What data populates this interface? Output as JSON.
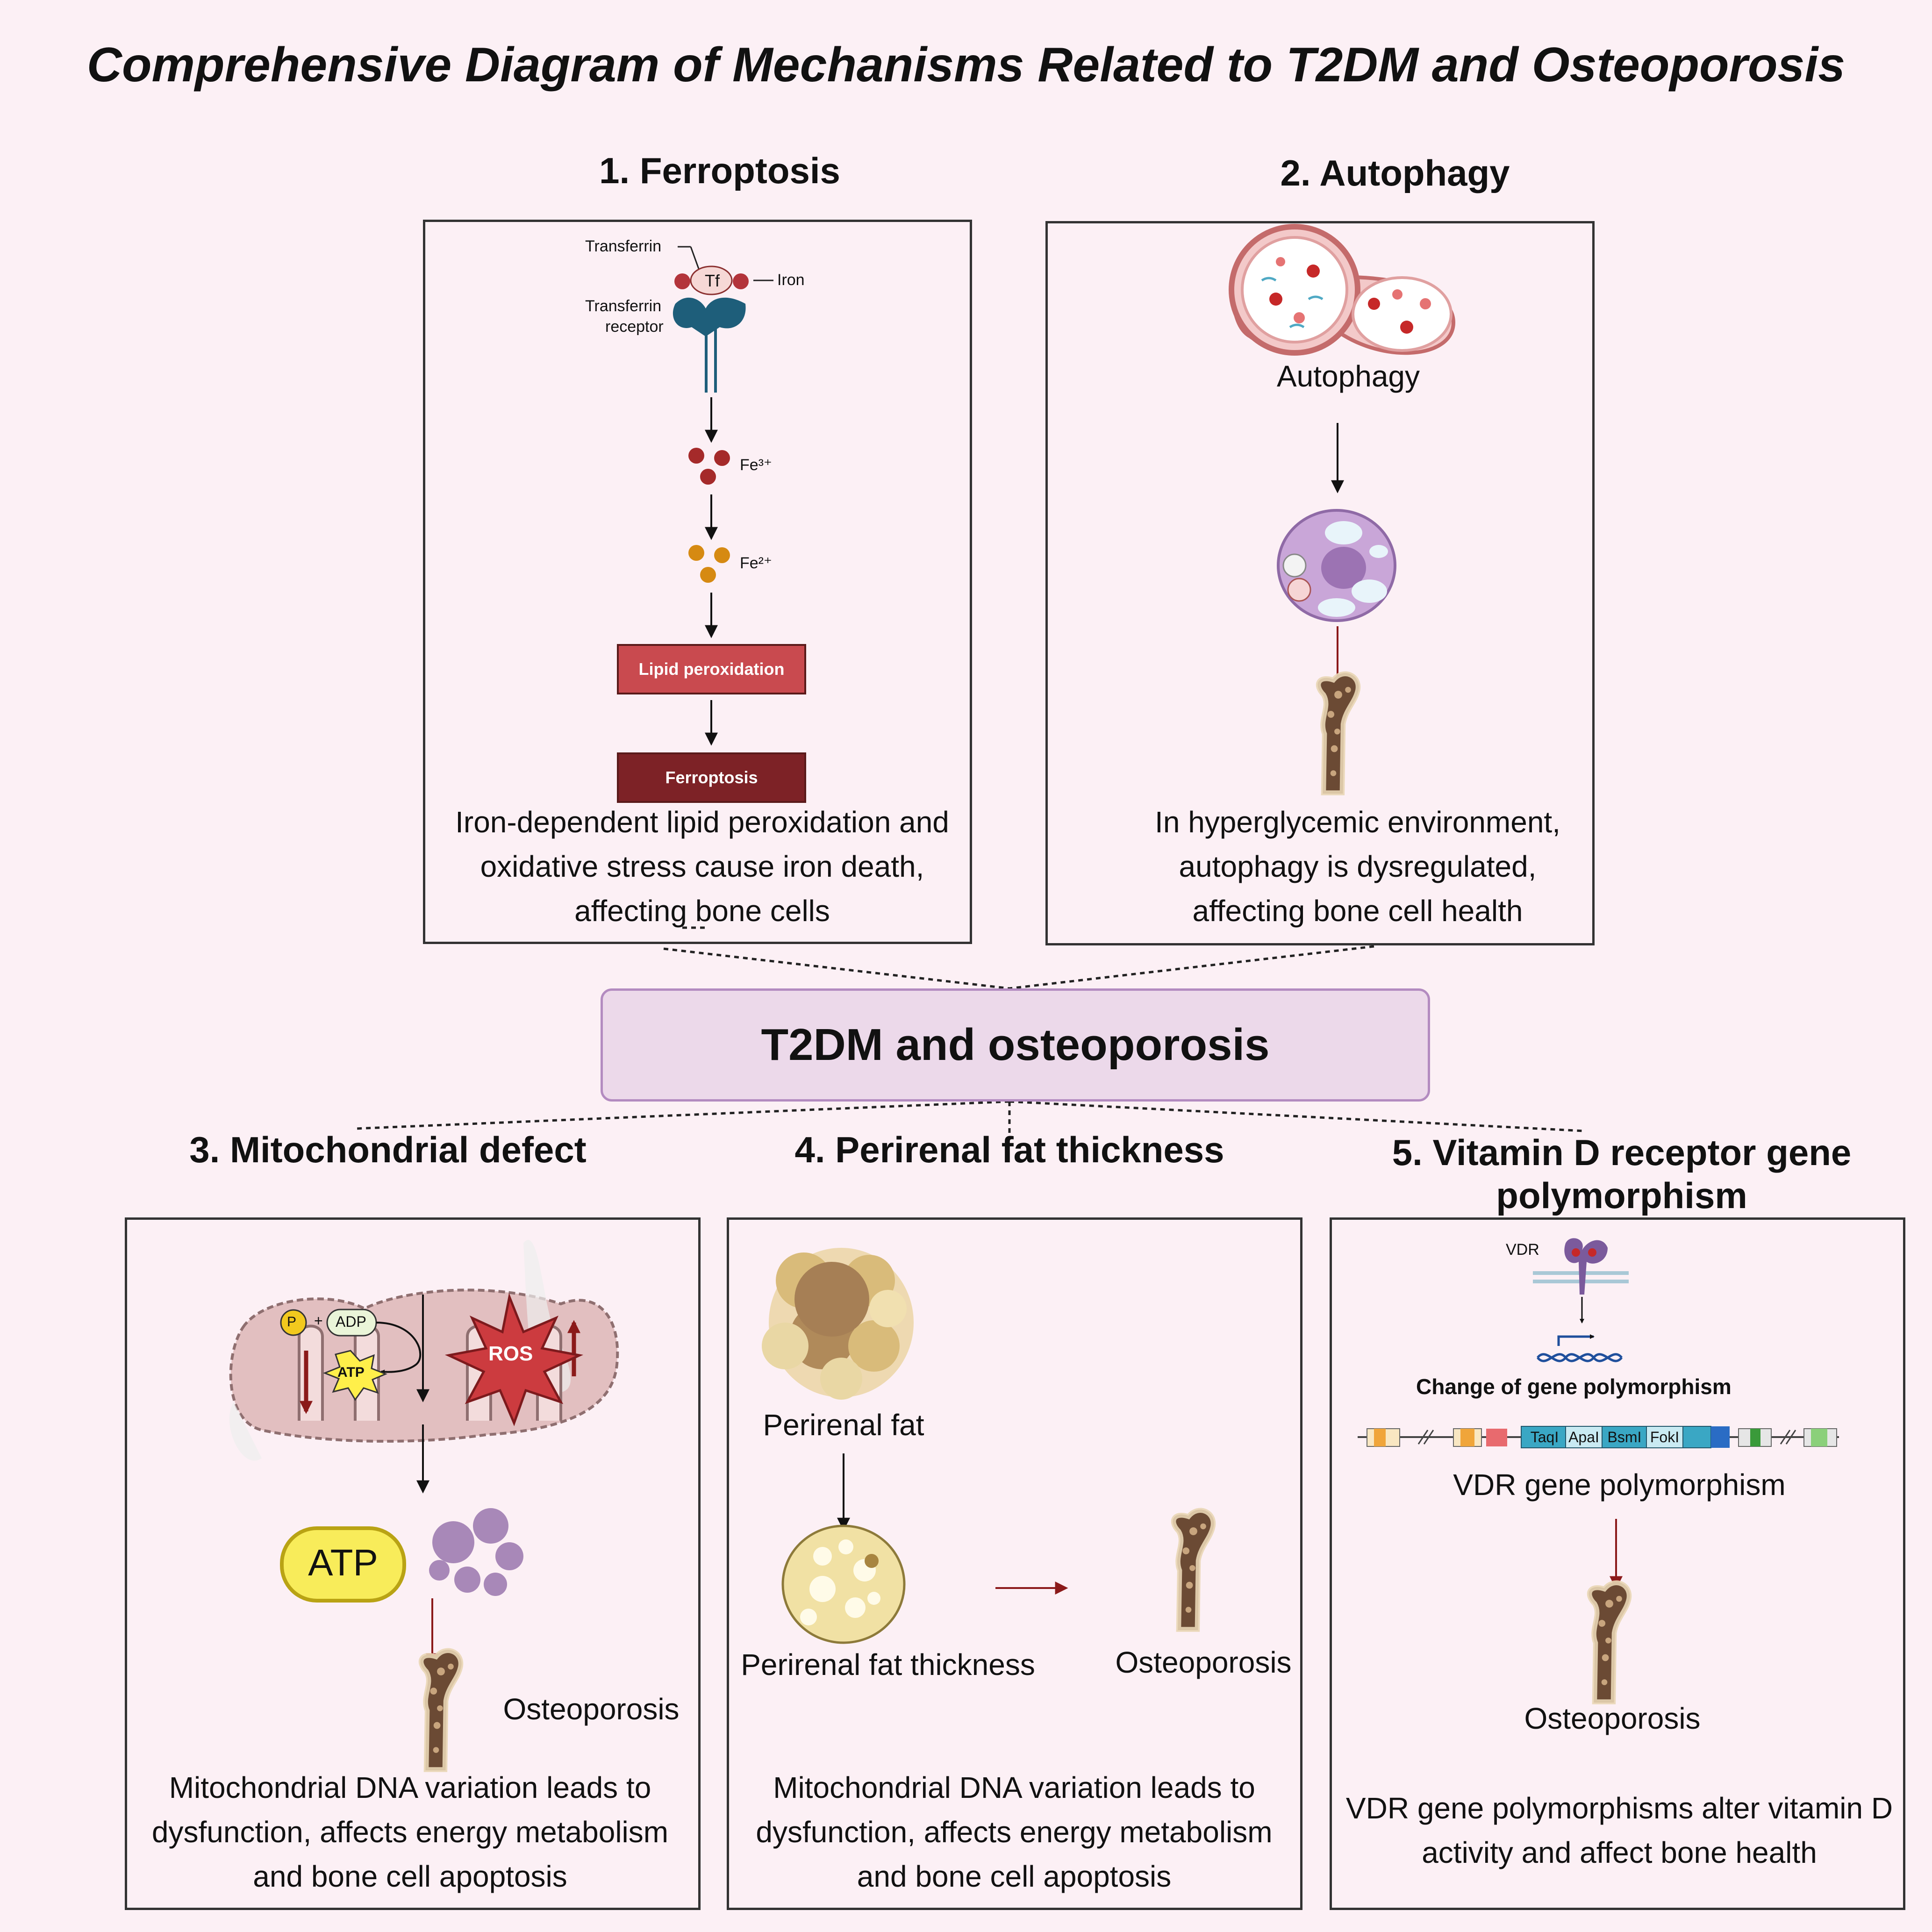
{
  "title": "Comprehensive Diagram of Mechanisms Related to T2DM and Osteoporosis",
  "center": "T2DM and osteoporosis",
  "ferroptosis": {
    "heading": "1.  Ferroptosis",
    "transferrin": "Transferrin",
    "tf": "Tf",
    "iron": "Iron",
    "receptor_line1": "Transferrin",
    "receptor_line2": "receptor",
    "fe3": "Fe³⁺",
    "fe2": "Fe²⁺",
    "lipid": "Lipid peroxidation",
    "ferroptosis": "Ferroptosis",
    "desc": "Iron-dependent lipid peroxidation and oxidative stress cause iron death, affecting bone cells"
  },
  "autophagy": {
    "heading": "2. Autophagy",
    "label": "Autophagy",
    "desc": "In hyperglycemic environment, autophagy is dysregulated, affecting bone cell health"
  },
  "mito": {
    "heading": "3. Mitochondrial defect",
    "p": "P",
    "plus": "+",
    "adp": "ADP",
    "atp_small": "ATP",
    "ros": "ROS",
    "atp": "ATP",
    "osteo": "Osteoporosis",
    "desc": "Mitochondrial DNA variation leads to dysfunction, affects energy metabolism and bone cell apoptosis"
  },
  "fat": {
    "heading": "4. Perirenal fat thickness",
    "perirenal": "Perirenal fat",
    "thickness": "Perirenal fat thickness",
    "osteo": "Osteoporosis",
    "desc": "Mitochondrial DNA variation leads to dysfunction, affects energy metabolism and bone cell apoptosis"
  },
  "vdr": {
    "heading": "5. Vitamin D receptor gene polymorphism",
    "vdr": "VDR",
    "change": "Change of gene polymorphism",
    "taqi": "TaqI",
    "apai": "ApaI",
    "bsmi": "BsmI",
    "foki": "FokI",
    "gene": "VDR gene polymorphism",
    "osteo": "Osteoporosis",
    "desc": "VDR gene polymorphisms alter vitamin D activity and affect bone health"
  },
  "colors": {
    "background": "#fcf0f5",
    "lipid_box": "#c94a4f",
    "ferroptosis_box": "#7d2226",
    "center_fill": "#ecd9ea",
    "arrow_red": "#8b1a1a"
  }
}
